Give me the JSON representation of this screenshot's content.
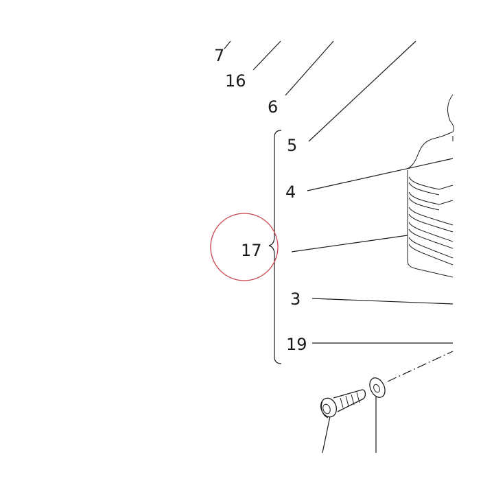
{
  "diagram": {
    "callouts": {
      "c7": "7",
      "c16": "16",
      "c6": "6",
      "c5": "5",
      "c4": "4",
      "c17": "17",
      "c3": "3",
      "c19": "19"
    },
    "highlight_color": "#c9434a",
    "line_color": "#1a1a1a"
  }
}
